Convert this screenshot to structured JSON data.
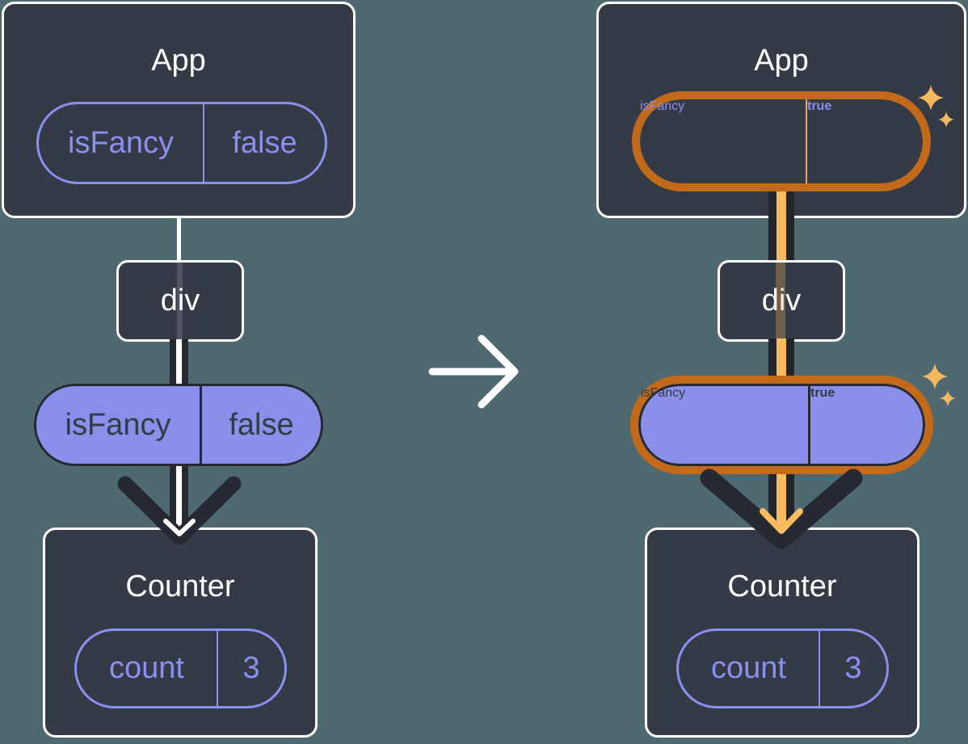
{
  "before": {
    "app": {
      "title": "App",
      "pill": {
        "name": "isFancy",
        "value": "false"
      }
    },
    "element": {
      "label": "div"
    },
    "prop": {
      "name": "isFancy",
      "value": "false"
    },
    "counter": {
      "title": "Counter",
      "pill": {
        "name": "count",
        "value": "3"
      }
    }
  },
  "after": {
    "app": {
      "title": "App",
      "pill": {
        "name": "isFancy",
        "value": "true"
      }
    },
    "element": {
      "label": "div"
    },
    "prop": {
      "name": "isFancy",
      "value": "true"
    },
    "counter": {
      "title": "Counter",
      "pill": {
        "name": "count",
        "value": "3"
      }
    }
  },
  "icons": {
    "transition": "arrow-right-icon",
    "flow": "arrow-down-icon",
    "highlight": "sparkle-icon"
  },
  "colors": {
    "page_background": "#4e6a70",
    "box_fill": "#343a46",
    "box_border": "#ffffff",
    "state_purple": "#8a90f0",
    "prop_pill_fill": "#8a8fe9",
    "dark_line": "#262933",
    "highlight_ring_outer": "#c2691a",
    "highlight_ring_inner": "#f9bc62",
    "highlight_line": "#f8bb60",
    "sparkle": "#f5b85e"
  }
}
